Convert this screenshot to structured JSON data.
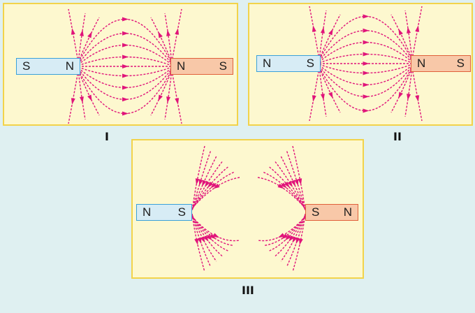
{
  "colors": {
    "background": "#dff0f1",
    "panel_fill": "#fdf8cf",
    "panel_border": "#f2d34a",
    "field_line": "#e0147a",
    "magnet_blue": "#d7ecf5",
    "magnet_orange": "#f8c8a8"
  },
  "panels": [
    {
      "caption": "I",
      "left_magnet": {
        "left_pole": "S",
        "right_pole": "N",
        "color": "blue"
      },
      "right_magnet": {
        "left_pole": "N",
        "right_pole": "S",
        "color": "orange"
      },
      "field": "like-poles-repel"
    },
    {
      "caption": "II",
      "left_magnet": {
        "left_pole": "N",
        "right_pole": "S",
        "color": "blue"
      },
      "right_magnet": {
        "left_pole": "N",
        "right_pole": "S",
        "color": "orange"
      },
      "field": "unlike-poles-attract"
    },
    {
      "caption": "III",
      "left_magnet": {
        "left_pole": "N",
        "right_pole": "S",
        "color": "blue"
      },
      "right_magnet": {
        "left_pole": "S",
        "right_pole": "N",
        "color": "orange"
      },
      "field": "like-poles-repel"
    }
  ],
  "bottom_text": ""
}
